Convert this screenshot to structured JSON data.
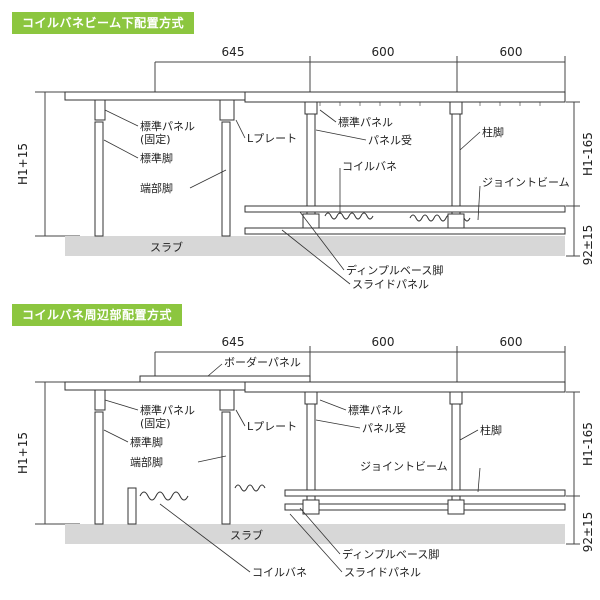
{
  "diagrams": [
    {
      "title": "コイルバネビーム下配置方式",
      "dims": [
        "645",
        "600",
        "600"
      ],
      "left_height": "H1+15",
      "right_height": "H1-165",
      "bottom_height": "92±15",
      "slab": "スラブ",
      "labels": {
        "std_panel_fixed": "標準パネル\n(固定)",
        "std_leg": "標準脚",
        "end_leg": "端部脚",
        "l_plate": "Lプレート",
        "std_panel": "標準パネル",
        "panel_receiver": "パネル受",
        "pillar_leg": "柱脚",
        "coil_spring": "コイルバネ",
        "joint_beam": "ジョイントビーム",
        "dimple_base_leg": "ディンプルベース脚",
        "slide_panel": "スライドパネル"
      }
    },
    {
      "title": "コイルバネ周辺部配置方式",
      "dims": [
        "645",
        "600",
        "600"
      ],
      "left_height": "H1+15",
      "right_height": "H1-165",
      "bottom_height": "92±15",
      "slab": "スラブ",
      "labels": {
        "border_panel": "ボーダーパネル",
        "std_panel_fixed": "標準パネル\n(固定)",
        "std_leg": "標準脚",
        "end_leg": "端部脚",
        "l_plate": "Lプレート",
        "std_panel": "標準パネル",
        "panel_receiver": "パネル受",
        "pillar_leg": "柱脚",
        "joint_beam": "ジョイントビーム",
        "dimple_base_leg": "ディンプルベース脚",
        "slide_panel": "スライドパネル",
        "coil_spring": "コイルバネ"
      }
    }
  ]
}
